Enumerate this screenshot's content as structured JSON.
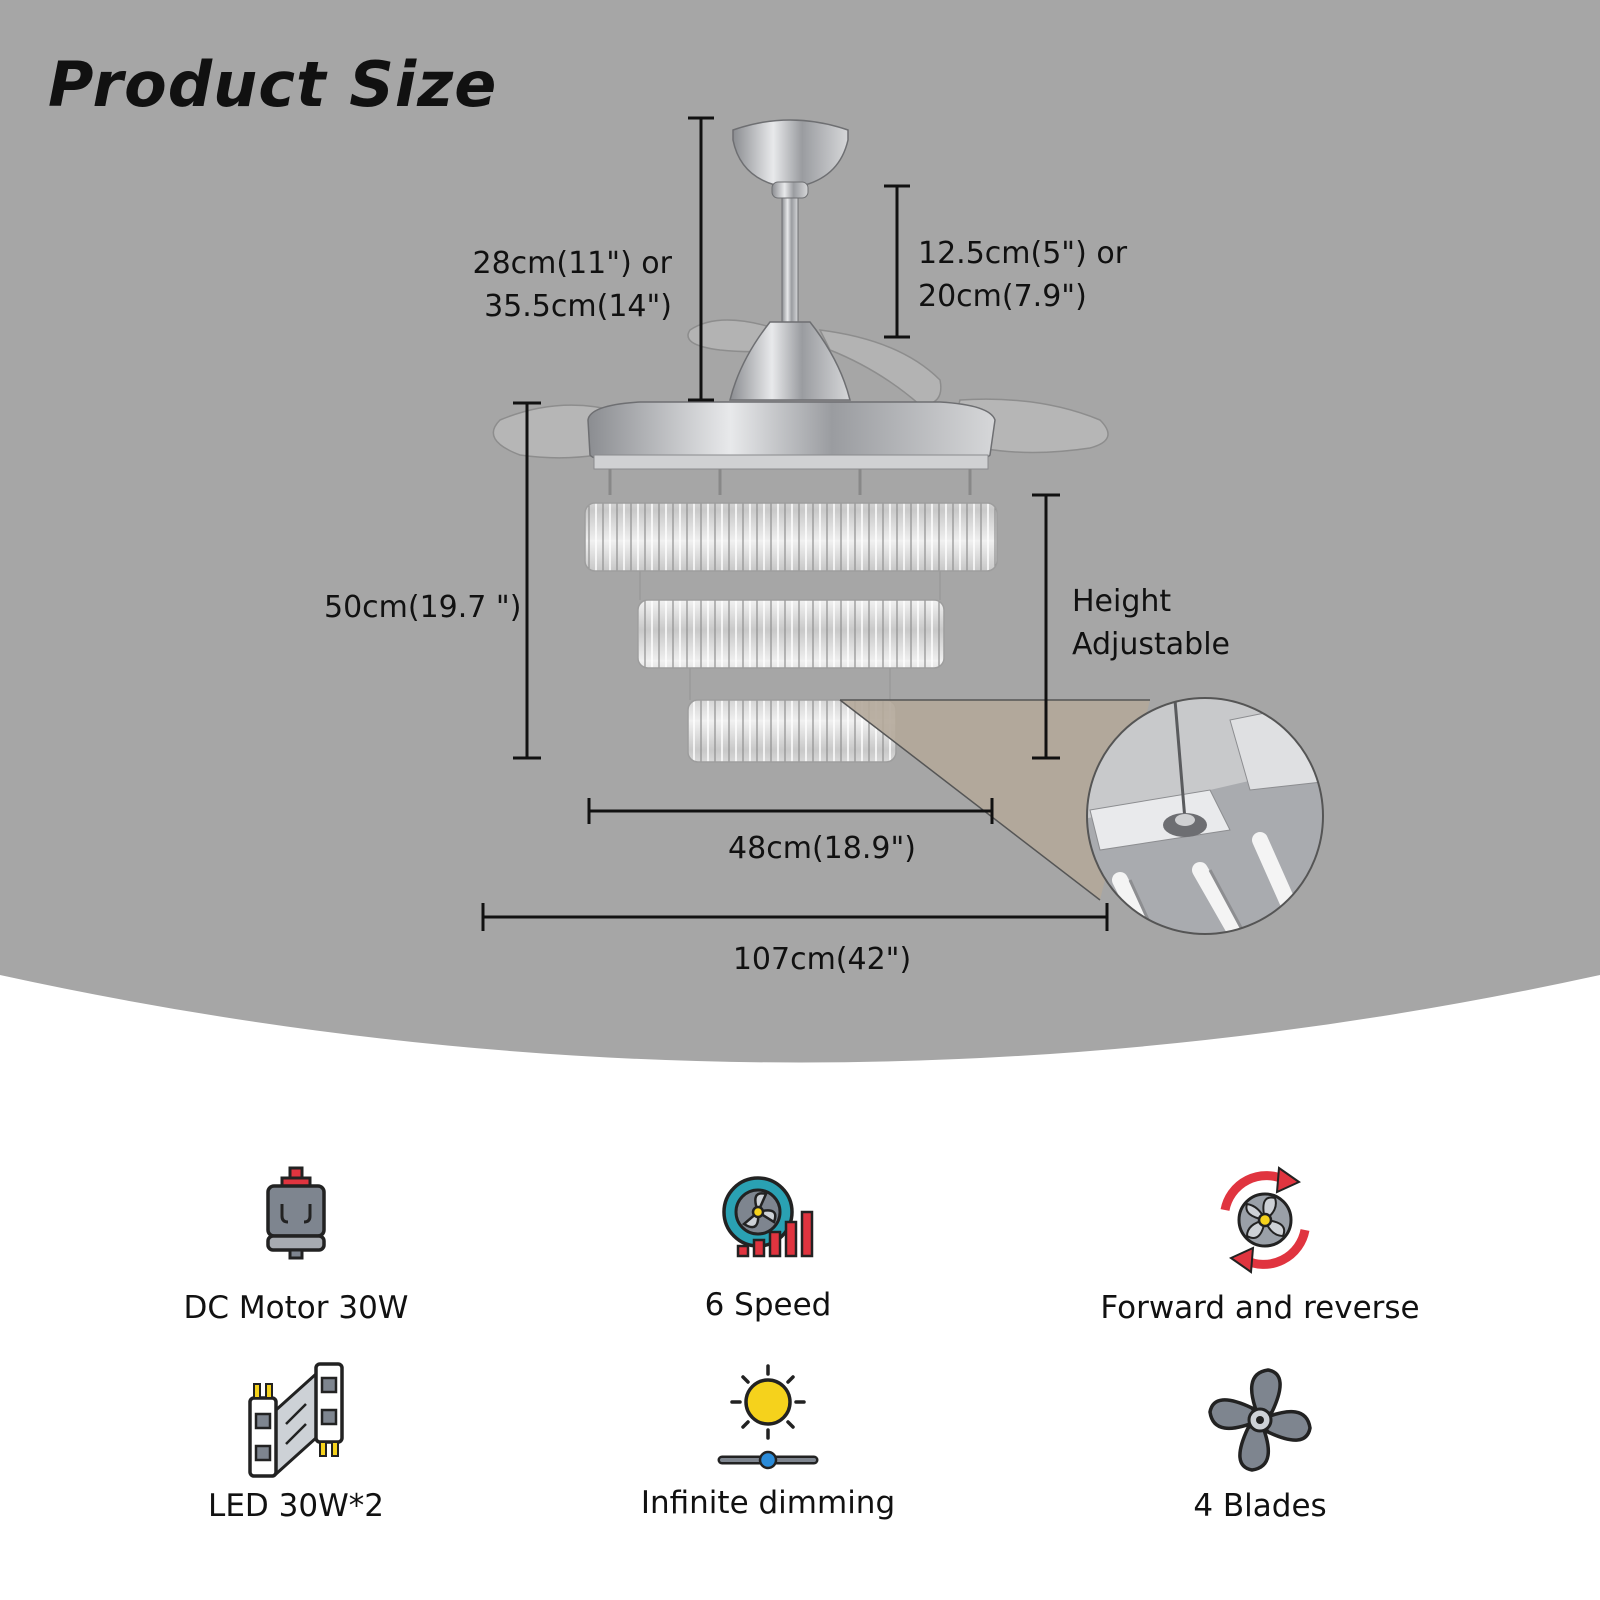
{
  "title": "Product Size",
  "dimensions": {
    "downrod_total": [
      "28cm(11\") or",
      "35.5cm(14\")"
    ],
    "downrod": [
      "12.5cm(5\") or",
      "20cm(7.9\")"
    ],
    "fixture_height": "50cm(19.7 \")",
    "height_adjustable": [
      "Height",
      "Adjustable"
    ],
    "body_width": "48cm(18.9\")",
    "blade_span": "107cm(42\")"
  },
  "features": [
    {
      "label": "DC Motor 30W",
      "icon": "dc-motor-icon"
    },
    {
      "label": "6 Speed",
      "icon": "six-speed-icon"
    },
    {
      "label": "Forward and reverse",
      "icon": "forward-reverse-icon"
    },
    {
      "label": "LED 30W*2",
      "icon": "led-strip-icon"
    },
    {
      "label": "Infinite dimming",
      "icon": "dimming-sun-icon"
    },
    {
      "label": "4 Blades",
      "icon": "four-blades-icon"
    }
  ],
  "colors": {
    "background_top": "#a6a6a6",
    "background_bottom": "#ffffff",
    "text": "#111111",
    "accent_red": "#e0343f",
    "accent_teal": "#2aa1b3",
    "accent_yellow": "#f5d21c",
    "icon_gray": "#7e858f"
  }
}
